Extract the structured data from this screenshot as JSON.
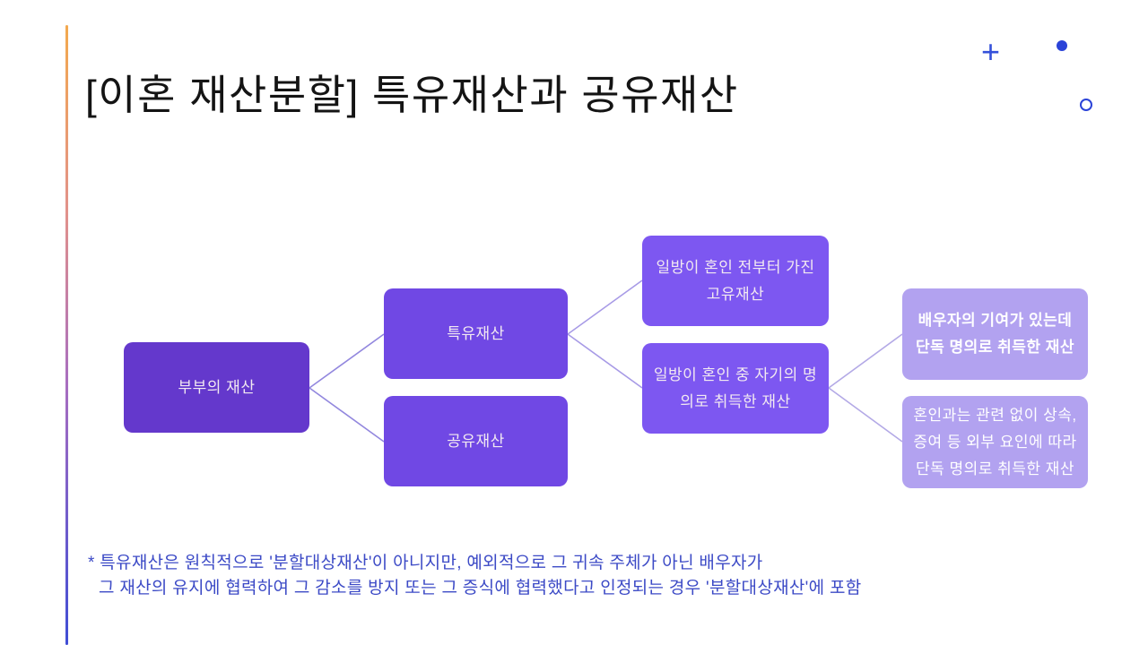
{
  "slide": {
    "title": "[이혼 재산분할] 특유재산과 공유재산"
  },
  "decorations": {
    "plus_icon": "+"
  },
  "diagram": {
    "nodes": [
      {
        "id": "couple-property",
        "label": "부부의 재산",
        "color": "#6438cc"
      },
      {
        "id": "special-property",
        "label": "특유재산",
        "color": "#7048e4"
      },
      {
        "id": "common-property",
        "label": "공유재산",
        "color": "#7048e4"
      },
      {
        "id": "premarital-property",
        "label": "일방이 혼인 전부터 가진\n고유재산",
        "color": "#7d57f1"
      },
      {
        "id": "self-acquired-property",
        "label": "일방이 혼인 중 자기의 명\n의로 취득한 재산",
        "color": "#7d57f1"
      },
      {
        "id": "spouse-contribution-property",
        "label": "배우자의 기여가 있는데\n단독 명의로 취득한 재산",
        "color": "#b2a2f0",
        "bold": true
      },
      {
        "id": "external-acquired-property",
        "label": "혼인과는 관련 없이 상속,\n증여 등 외부 요인에 따라\n단독 명의로 취득한 재산",
        "color": "#b2a2f0"
      }
    ],
    "edges": [
      {
        "from": "couple-property",
        "to": "special-property"
      },
      {
        "from": "couple-property",
        "to": "common-property"
      },
      {
        "from": "special-property",
        "to": "premarital-property"
      },
      {
        "from": "special-property",
        "to": "self-acquired-property"
      },
      {
        "from": "self-acquired-property",
        "to": "spouse-contribution-property"
      },
      {
        "from": "self-acquired-property",
        "to": "external-acquired-property"
      }
    ]
  },
  "footnote": {
    "line1": "* 특유재산은 원칙적으로 '분할대상재산'이 아니지만, 예외적으로 그 귀속 주체가 아닌 배우자가",
    "line2": "그 재산의 유지에 협력하여 그 감소를 방지 또는 그 증식에 협력했다고 인정되는 경우 '분할대상재산'에 포함"
  },
  "colors": {
    "accent_top": "#f3a94e",
    "accent_bottom": "#3f4dd5",
    "deco_blue": "#2b43d8",
    "footnote_blue": "#3c4ac6",
    "node_dark": "#6438cc",
    "node_mid": "#7048e4",
    "node_light": "#7d57f1",
    "node_lavender": "#b2a2f0"
  }
}
